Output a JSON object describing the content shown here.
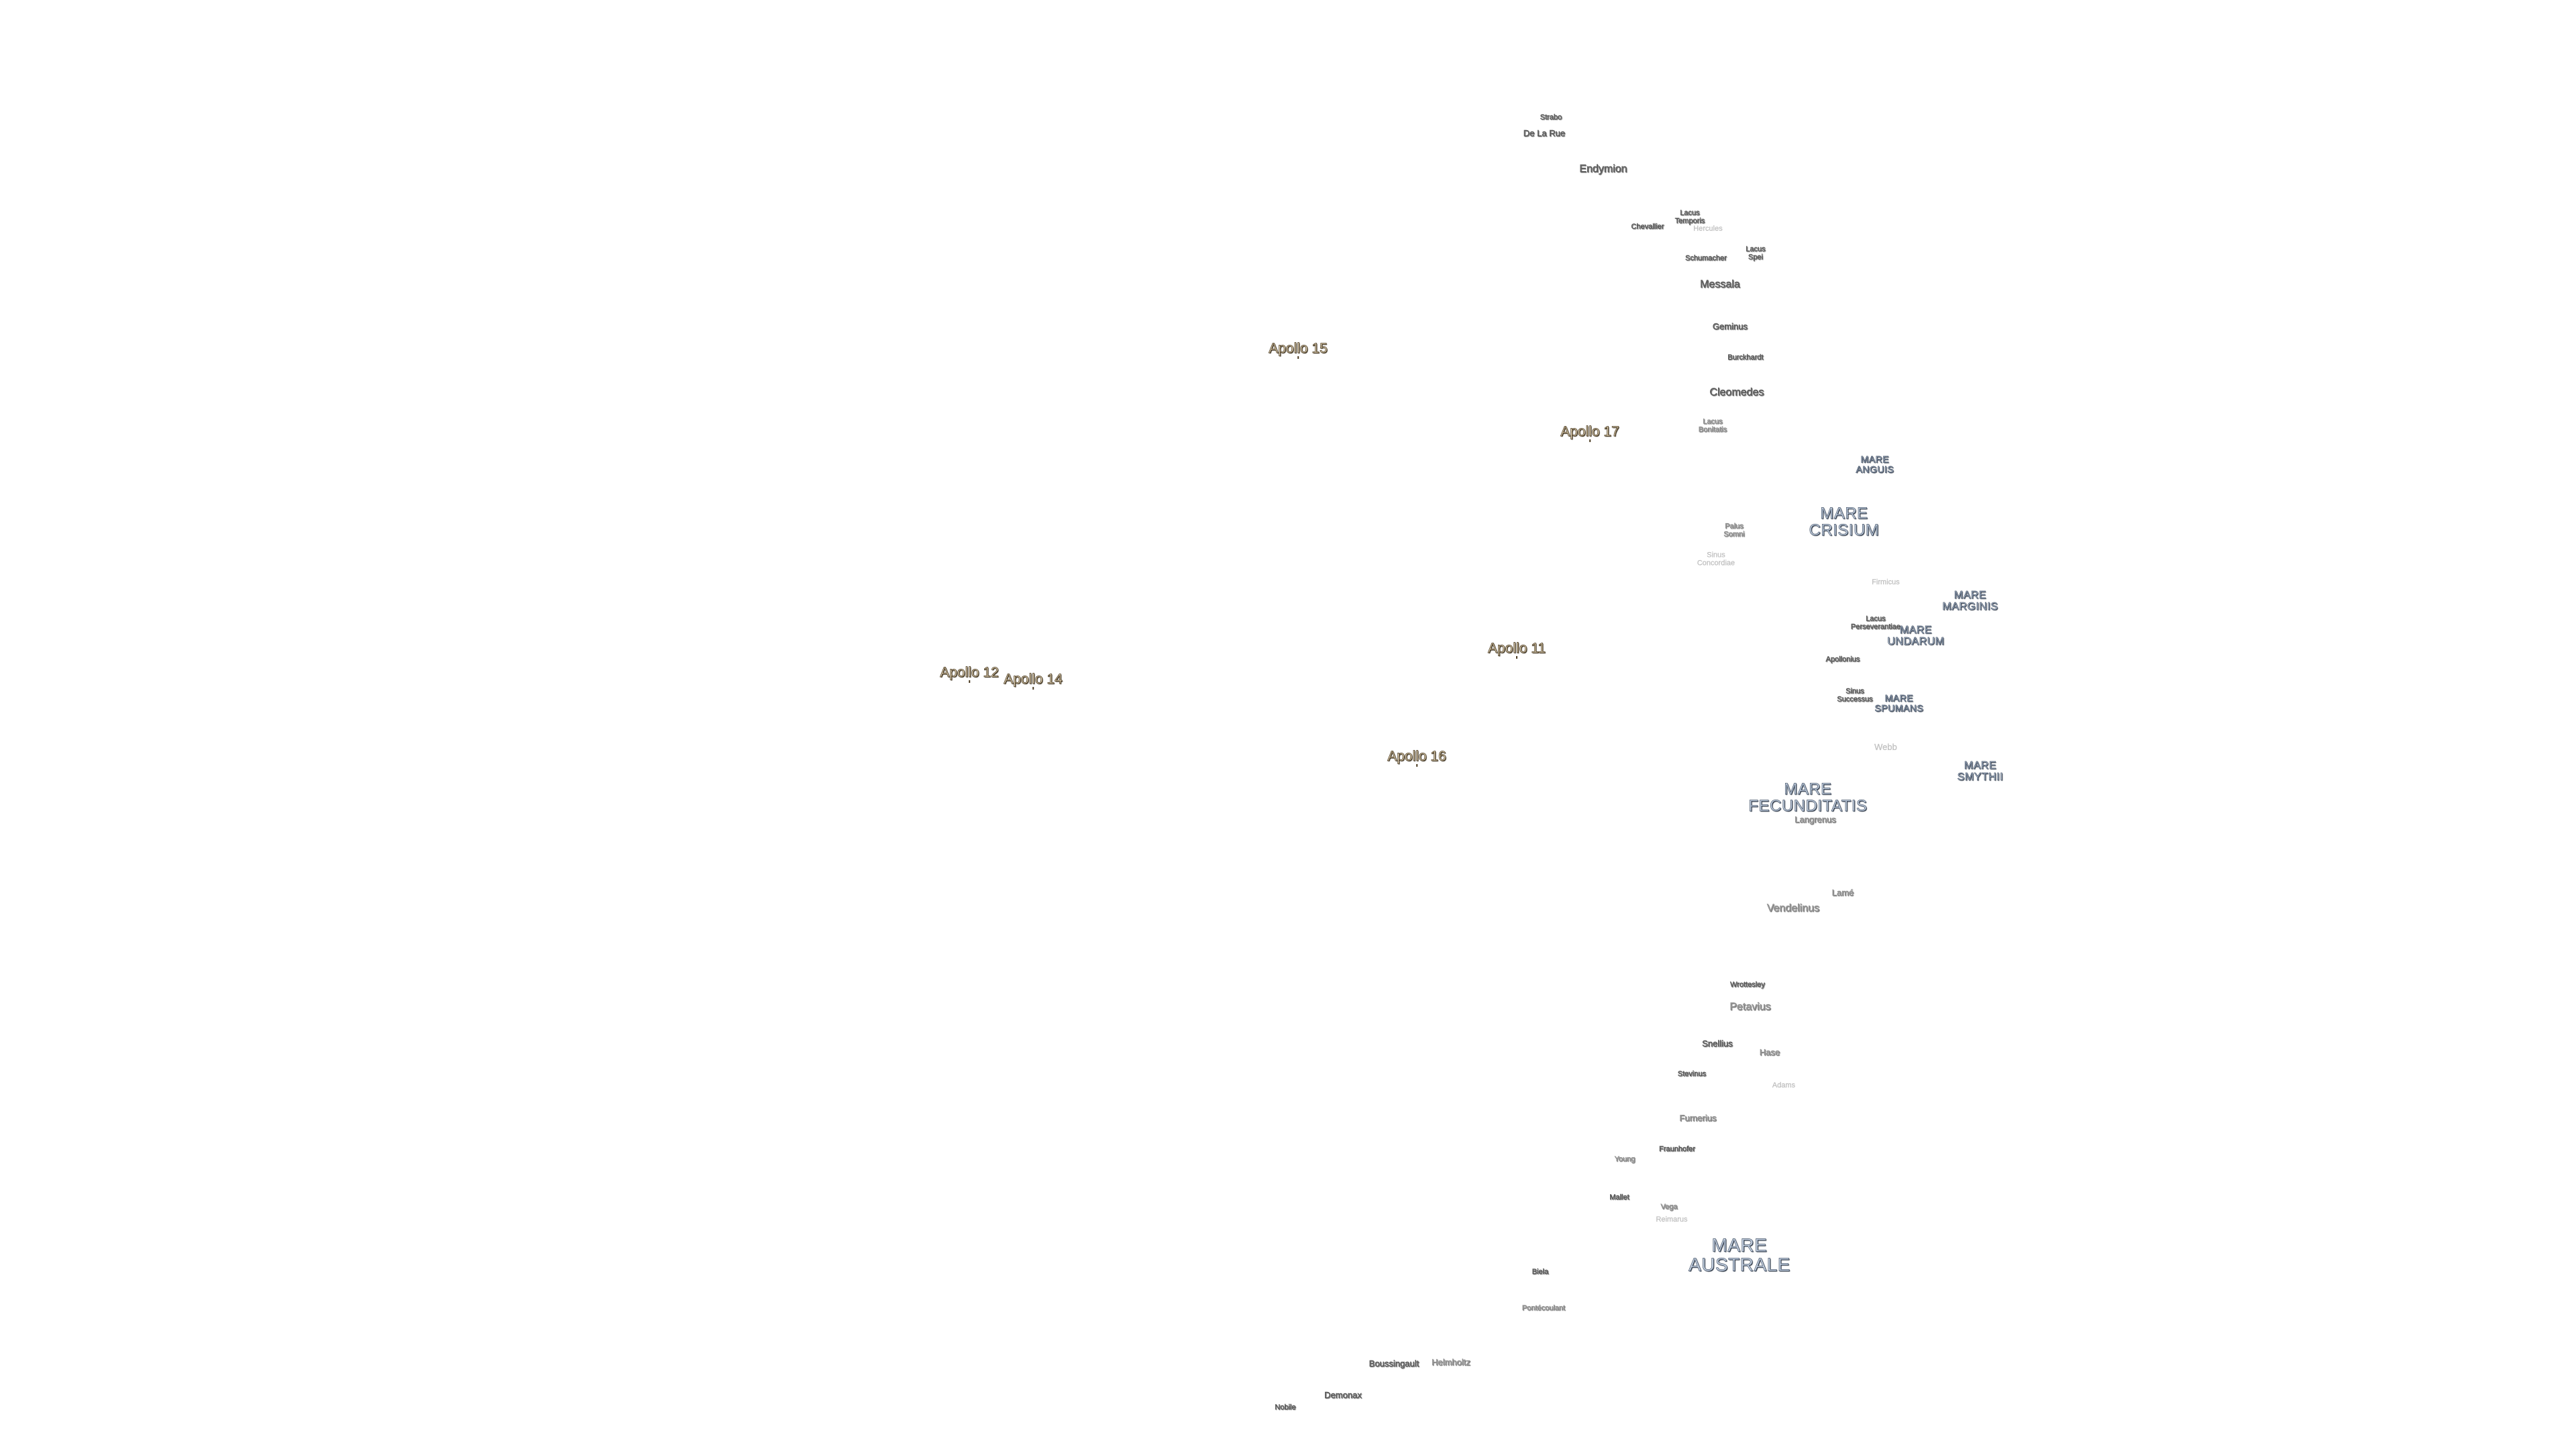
{
  "labels": [
    {
      "id": "strabo",
      "text": "Strabo"
    },
    {
      "id": "de-la-rue",
      "text": "De La Rue"
    },
    {
      "id": "endymion",
      "text": "Endymion"
    },
    {
      "id": "lacus-temporis",
      "text": "Lacus\nTemporis"
    },
    {
      "id": "chevallier",
      "text": "Chevallier"
    },
    {
      "id": "hercules-faint",
      "text": "Hercules"
    },
    {
      "id": "lacus-spei",
      "text": "Lacus\nSpei"
    },
    {
      "id": "schumacher",
      "text": "Schumacher"
    },
    {
      "id": "messala",
      "text": "Messala"
    },
    {
      "id": "geminus",
      "text": "Geminus"
    },
    {
      "id": "burckhardt",
      "text": "Burckhardt"
    },
    {
      "id": "cleomedes",
      "text": "Cleomedes"
    },
    {
      "id": "lacus-bonitatis",
      "text": "Lacus\nBonitatis"
    },
    {
      "id": "mare-anguis",
      "text": "MARE\nANGUIS"
    },
    {
      "id": "mare-crisium",
      "text": "MARE\nCRISIUM"
    },
    {
      "id": "palus-somni",
      "text": "Palus\nSomni"
    },
    {
      "id": "sinus-concordiae",
      "text": "Sinus\nConcordiae"
    },
    {
      "id": "mare-marginis",
      "text": "MARE\nMARGINIS"
    },
    {
      "id": "firmicus-faint",
      "text": "Firmicus"
    },
    {
      "id": "lacus-perseverantiae",
      "text": "Lacus\nPerseverantiae"
    },
    {
      "id": "mare-undarum",
      "text": "MARE\nUNDARUM"
    },
    {
      "id": "apollonius",
      "text": "Apollonius"
    },
    {
      "id": "sinus-successus",
      "text": "Sinus\nSuccessus"
    },
    {
      "id": "mare-spumans",
      "text": "MARE\nSPUMANS"
    },
    {
      "id": "webb-faint",
      "text": "Webb"
    },
    {
      "id": "mare-fecunditatis",
      "text": "MARE\nFECUNDITATIS"
    },
    {
      "id": "mare-smythii",
      "text": "MARE\nSMYTHII"
    },
    {
      "id": "langrenus",
      "text": "Langrenus"
    },
    {
      "id": "lame",
      "text": "Lamé"
    },
    {
      "id": "vendelinus",
      "text": "Vendelinus"
    },
    {
      "id": "wrottesley",
      "text": "Wrottesley"
    },
    {
      "id": "petavius",
      "text": "Petavius"
    },
    {
      "id": "snellius",
      "text": "Snellius"
    },
    {
      "id": "hase",
      "text": "Hase"
    },
    {
      "id": "stevinus",
      "text": "Stevinus"
    },
    {
      "id": "adams-faint",
      "text": "Adams"
    },
    {
      "id": "furnerius",
      "text": "Furnerius"
    },
    {
      "id": "fraunhofer",
      "text": "Fraunhofer"
    },
    {
      "id": "young",
      "text": "Young"
    },
    {
      "id": "mallet",
      "text": "Mallet"
    },
    {
      "id": "vega",
      "text": "Vega"
    },
    {
      "id": "reimarus",
      "text": "Reimarus"
    },
    {
      "id": "mare-australe",
      "text": "MARE\nAUSTRALE"
    },
    {
      "id": "biela",
      "text": "Biela"
    },
    {
      "id": "pontecoulant",
      "text": "Pontécoulant"
    },
    {
      "id": "boussingault",
      "text": "Boussingault"
    },
    {
      "id": "helmholtz",
      "text": "Helmholtz"
    },
    {
      "id": "demonax",
      "text": "Demonax"
    },
    {
      "id": "nobile",
      "text": "Nobile"
    },
    {
      "id": "apollo-15",
      "text": "Apollo 15"
    },
    {
      "id": "apollo-17",
      "text": "Apollo 17"
    },
    {
      "id": "apollo-11",
      "text": "Apollo 11"
    },
    {
      "id": "apollo-12",
      "text": "Apollo 12"
    },
    {
      "id": "apollo-14",
      "text": "Apollo 14"
    },
    {
      "id": "apollo-16",
      "text": "Apollo 16"
    }
  ]
}
